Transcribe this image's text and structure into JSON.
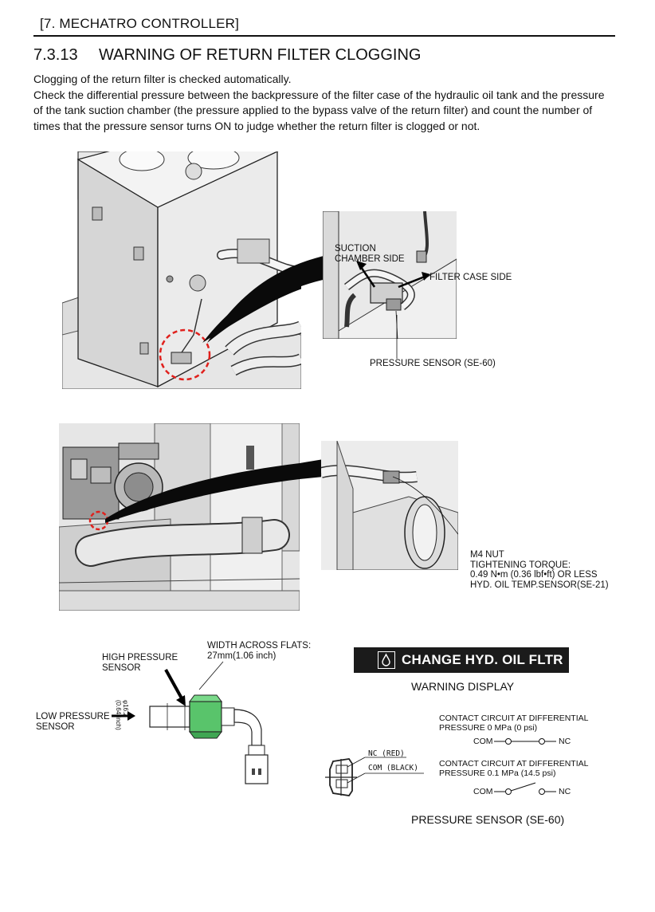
{
  "header": {
    "chapter": "[7.  MECHATRO CONTROLLER]"
  },
  "section": {
    "number": "7.3.13",
    "title": "WARNING OF RETURN FILTER CLOGGING"
  },
  "paragraphs": [
    "Clogging of the return filter is checked automatically.",
    "Check the differential pressure between the backpressure of the filter case of the hydraulic oil tank and the pressure of the tank suction chamber (the pressure applied to the bypass valve of the return filter) and count the number of times that the pressure sensor turns ON to judge whether the return filter is clogged or not."
  ],
  "figure1": {
    "suction_chamber_side": [
      "SUCTION",
      "CHAMBER SIDE"
    ],
    "filter_case_side": "FILTER CASE SIDE",
    "pressure_sensor": "PRESSURE SENSOR (SE-60)"
  },
  "figure2": {
    "callout": [
      "M4 NUT",
      "TIGHTENING TORQUE:",
      "0.49 N•m (0.36 lbf•ft) OR LESS",
      "HYD. OIL TEMP.SENSOR(SE-21)"
    ]
  },
  "figure3": {
    "width_across_flats": [
      "WIDTH ACROSS FLATS:",
      "27mm(1.06 inch)"
    ],
    "high_pressure_sensor": [
      "HIGH PRESSURE",
      "SENSOR"
    ],
    "low_pressure_sensor": [
      "LOW PRESSURE",
      "SENSOR"
    ],
    "diameter": [
      "φ16.2",
      "(0.64 inch)"
    ],
    "banner": "CHANGE HYD. OIL FLTR",
    "warning_display": "WARNING DISPLAY",
    "nc_red": "NC (RED)",
    "com_black": "COM (BLACK)",
    "contact_0": [
      "CONTACT CIRCUIT AT DIFFERENTIAL",
      "PRESSURE 0 MPa (0 psi)"
    ],
    "contact_1": [
      "CONTACT CIRCUIT AT DIFFERENTIAL",
      "PRESSURE 0.1 MPa (14.5 psi)"
    ],
    "com": "COM",
    "nc": "NC",
    "caption": "PRESSURE SENSOR (SE-60)"
  }
}
